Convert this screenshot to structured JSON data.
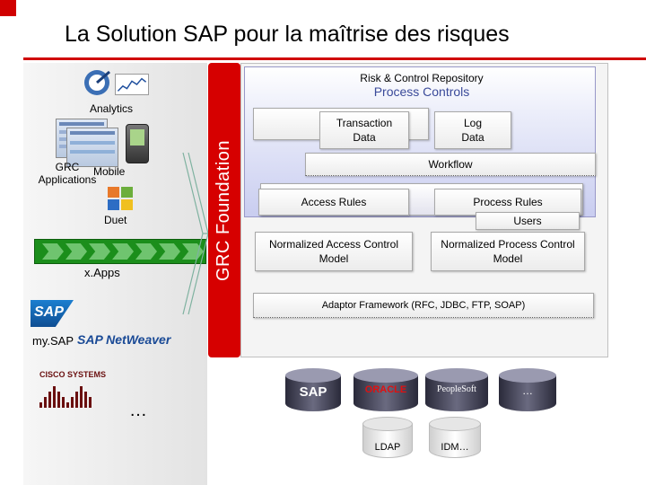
{
  "title": "La Solution SAP pour la maîtrise des risques",
  "left": {
    "analytics": "Analytics",
    "grc_applications": "GRC\nApplications",
    "mobile": "Mobile",
    "duet": "Duet",
    "xapps": "x.Apps",
    "mysap": "my.SAP",
    "sap_logo": "SAP",
    "netweaver": "SAP NetWeaver",
    "cisco": "CISCO SYSTEMS",
    "ellipsis": "…"
  },
  "foundation": {
    "label": "GRC Foundation",
    "repository": {
      "title": "Risk & Control Repository",
      "subtitle": "Process Controls"
    },
    "transaction_data": "Transaction\nData",
    "log_data": "Log\nData",
    "workflow": "Workflow",
    "access_rules": "Access Rules",
    "process_rules": "Process Rules",
    "users": "Users",
    "normalized_access": "Normalized Access Control\nModel",
    "normalized_process": "Normalized Process Control\nModel",
    "adaptor": "Adaptor Framework (RFC, JDBC, FTP, SOAP)"
  },
  "sources": {
    "sap": "SAP",
    "oracle": "ORACLE",
    "peoplesoft": "PeopleSoft",
    "ellipsis": "…",
    "ldap": "LDAP",
    "idm": "IDM…"
  },
  "colors": {
    "accent_red": "#d60000",
    "repo_blue": "#3a4a9a",
    "oracle_red": "#c00000"
  }
}
